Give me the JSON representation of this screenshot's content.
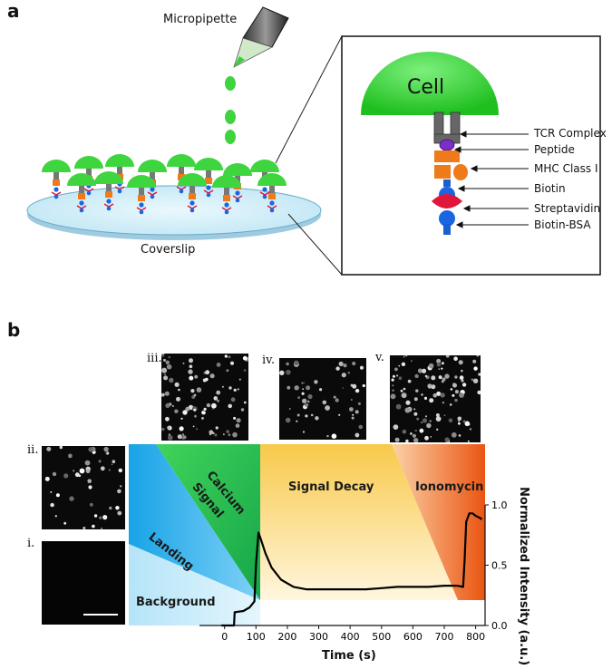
{
  "panel_a": {
    "letter": "a",
    "micropipette": "Micropipette",
    "coverslip": "Coverslip",
    "inset": {
      "cell": "Cell",
      "labels": [
        "TCR Complex",
        "Peptide",
        "MHC Class I",
        "Biotin",
        "Streptavidin",
        "Biotin-BSA"
      ]
    }
  },
  "panel_b": {
    "letter": "b",
    "image_labels": {
      "i": "i.",
      "ii": "ii.",
      "iii": "iii.",
      "iv": "iv.",
      "v": "v."
    },
    "phases": {
      "background": "Background",
      "landing": "Landing",
      "calcium_line1": "Calcium",
      "calcium_line2": "Signal",
      "signal_decay": "Signal Decay",
      "ionomycin": "Ionomycin"
    },
    "colors": {
      "background": "#a8def5",
      "landing": "#22a8e8",
      "calcium": "#2eb84a",
      "decay": "#f5c24a",
      "ionomycin": "#ee6a1a",
      "cell_green": "#33dd33"
    }
  },
  "chart_data": {
    "type": "line",
    "xlabel": "Time (s)",
    "ylabel": "Normalized Intensity (a.u.)",
    "xlim": [
      -80,
      830
    ],
    "ylim": [
      0,
      1.0
    ],
    "xticks": [
      0,
      100,
      200,
      300,
      400,
      500,
      600,
      700,
      800
    ],
    "yticks": [
      0.0,
      0.5,
      1.0
    ],
    "ytick_labels": [
      "0.0",
      "0.5",
      "1.0"
    ],
    "series": [
      {
        "x": [
          -10,
          30,
          32,
          60,
          80,
          95,
          100,
          108,
          115,
          130,
          150,
          180,
          220,
          260,
          300,
          350,
          400,
          450,
          500,
          550,
          600,
          650,
          700,
          740,
          760,
          765,
          770,
          780,
          790,
          800,
          815,
          820
        ],
        "y": [
          0.0,
          0.0,
          0.11,
          0.12,
          0.15,
          0.2,
          0.5,
          0.77,
          0.72,
          0.6,
          0.48,
          0.38,
          0.32,
          0.3,
          0.3,
          0.3,
          0.3,
          0.3,
          0.31,
          0.32,
          0.32,
          0.32,
          0.33,
          0.33,
          0.32,
          0.55,
          0.86,
          0.93,
          0.93,
          0.91,
          0.89,
          0.88
        ]
      }
    ]
  }
}
